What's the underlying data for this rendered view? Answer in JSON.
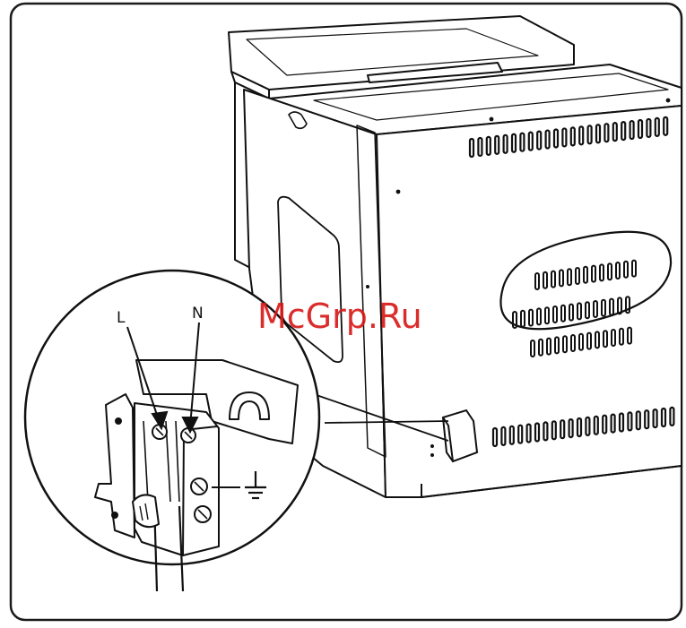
{
  "figure": {
    "frame_color": "#1a1a1a",
    "line_color": "#111111",
    "background": "#ffffff"
  },
  "labels": {
    "live": "L",
    "neutral": "N"
  },
  "watermark": {
    "text": "McGrp.Ru",
    "color": "#d81b1b"
  },
  "icons": {
    "earth": "ground-symbol"
  }
}
